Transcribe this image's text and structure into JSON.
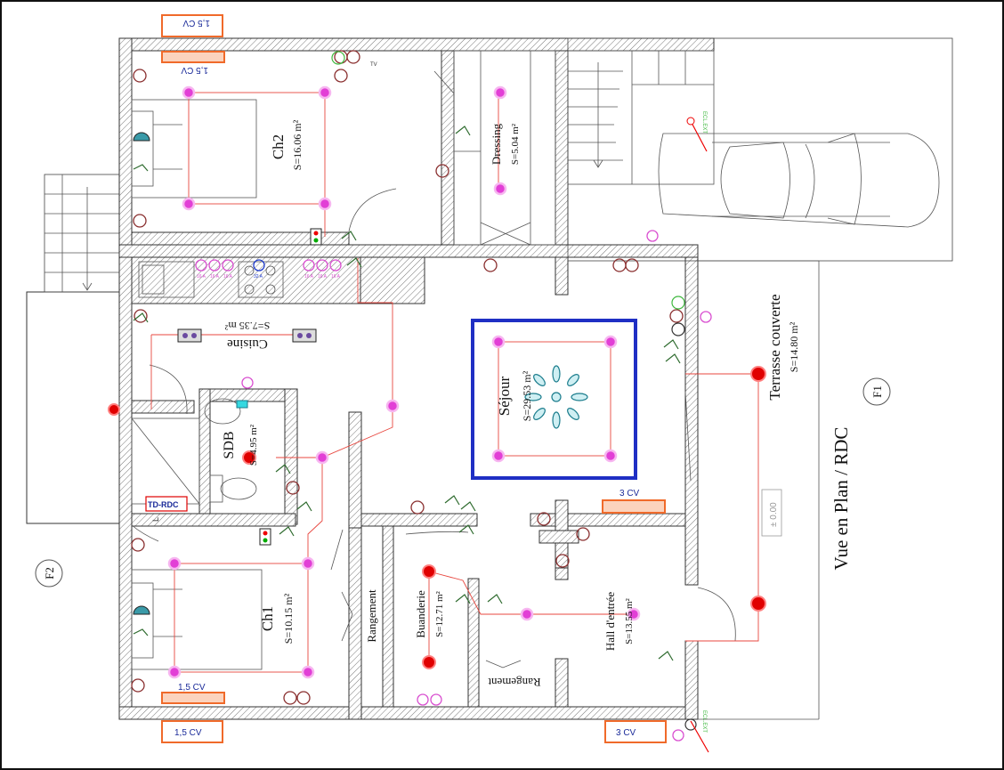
{
  "rooms": {
    "ch2": {
      "name": "Ch2",
      "area": "S=16.06 m²"
    },
    "dressing": {
      "name": "Dressing",
      "area": "S=5.04 m²"
    },
    "cuisine": {
      "name": "Cuisine",
      "area": "S=7.35 m²"
    },
    "sdb": {
      "name": "SDB",
      "area": "S=4.95 m²"
    },
    "sejour": {
      "name": "Séjour",
      "area": "S=29.53 m²"
    },
    "terrasse": {
      "name": "Terrasse couverte",
      "area": "S=14.80 m²"
    },
    "ch1": {
      "name": "Ch1",
      "area": "S=10.15 m²"
    },
    "rangement1": {
      "name": "Rangement"
    },
    "buanderie": {
      "name": "Buanderie",
      "area": "S=12.71 m²"
    },
    "hall": {
      "name": "Hall d'entrée",
      "area": "S=13.55 m²"
    },
    "rangement2": {
      "name": "Rangement"
    }
  },
  "drawing": {
    "title": "Vue en Plan / RDC",
    "facade_f1": "F1",
    "facade_f2": "F2",
    "level": "± 0.00",
    "panel": "TD-RDC",
    "light_label": "L",
    "outdoor_label": "ECL.EXT"
  },
  "ac_units": {
    "top_outer": "1,5 CV",
    "top_inner": "1,5 CV",
    "bottom_inner": "1,5 CV",
    "bottom_outer": "1,5 CV",
    "hall_inner": "3 CV",
    "hall_outer": "3 CV"
  },
  "socket_labels": {
    "s16": "16 A",
    "s32": "32 A"
  },
  "tv_label": "TV",
  "colors": {
    "lamp": "#e23fd6",
    "wire": "#e8473f",
    "living_frame": "#1f2fc4",
    "ac_unit": "#f06a2a",
    "text_blue": "#1a2a99"
  }
}
